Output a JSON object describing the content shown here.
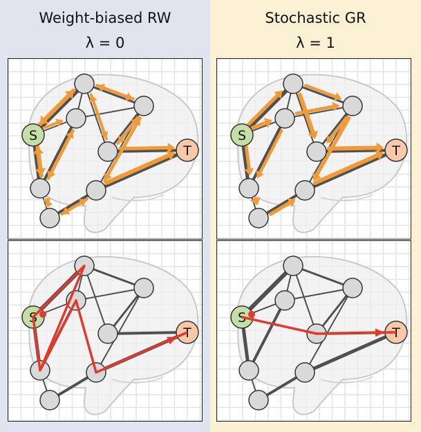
{
  "colors": {
    "left_bg": "#dfe4ee",
    "right_bg": "#faf0d3",
    "edge": "#505050",
    "flow_arrow": "#f09a38",
    "path_arrow": "#e03a2c",
    "node_fill": "#d9d9d9",
    "source_fill": "#c4dfa6",
    "target_fill": "#f8c9a8"
  },
  "columns": [
    {
      "id": "rw",
      "title": "Weight-biased RW",
      "param": "λ = 0"
    },
    {
      "id": "gr",
      "title": "Stochastic GR",
      "param": "λ = 1"
    }
  ],
  "nodes": [
    {
      "id": "S",
      "label": "S",
      "role": "source"
    },
    {
      "id": "T",
      "label": "T",
      "role": "target"
    },
    {
      "id": "A",
      "label": ""
    },
    {
      "id": "B",
      "label": ""
    },
    {
      "id": "C",
      "label": ""
    },
    {
      "id": "D",
      "label": ""
    },
    {
      "id": "E",
      "label": ""
    },
    {
      "id": "F",
      "label": ""
    },
    {
      "id": "G",
      "label": ""
    }
  ],
  "edges": [
    [
      "S",
      "A"
    ],
    [
      "S",
      "B"
    ],
    [
      "S",
      "F"
    ],
    [
      "A",
      "C"
    ],
    [
      "A",
      "B"
    ],
    [
      "A",
      "D"
    ],
    [
      "B",
      "C"
    ],
    [
      "C",
      "D"
    ],
    [
      "B",
      "F"
    ],
    [
      "F",
      "G"
    ],
    [
      "C",
      "E"
    ],
    [
      "D",
      "T"
    ],
    [
      "E",
      "T"
    ],
    [
      "E",
      "G"
    ]
  ],
  "edge_weights": [
    6,
    2,
    5,
    3,
    2,
    2,
    2,
    3,
    4,
    2,
    2,
    4,
    5,
    4
  ],
  "flow_arrows": {
    "rw": [
      {
        "e": 0,
        "dir": 1,
        "s": 1
      },
      {
        "e": 0,
        "dir": -1,
        "s": 1
      },
      {
        "e": 2,
        "dir": 1,
        "s": 1
      },
      {
        "e": 2,
        "dir": -1,
        "s": 1
      },
      {
        "e": 1,
        "dir": 1,
        "s": 0.5
      },
      {
        "e": 3,
        "dir": 1,
        "s": 0.6
      },
      {
        "e": 3,
        "dir": -1,
        "s": 0.6
      },
      {
        "e": 5,
        "dir": 1,
        "s": 0.5
      },
      {
        "e": 5,
        "dir": -1,
        "s": 0.5
      },
      {
        "e": 7,
        "dir": 1,
        "s": 0.5
      },
      {
        "e": 7,
        "dir": -1,
        "s": 0.5
      },
      {
        "e": 8,
        "dir": 1,
        "s": 0.7
      },
      {
        "e": 8,
        "dir": -1,
        "s": 0.6
      },
      {
        "e": 9,
        "dir": 1,
        "s": 0.5
      },
      {
        "e": 9,
        "dir": -1,
        "s": 0.5
      },
      {
        "e": 10,
        "dir": 1,
        "s": 0.6
      },
      {
        "e": 10,
        "dir": -1,
        "s": 0.5
      },
      {
        "e": 11,
        "dir": 1,
        "s": 0.8
      },
      {
        "e": 12,
        "dir": 1,
        "s": 1
      },
      {
        "e": 13,
        "dir": 1,
        "s": 0.6
      },
      {
        "e": 13,
        "dir": -1,
        "s": 0.6
      }
    ],
    "gr": [
      {
        "e": 0,
        "dir": 1,
        "s": 0.8
      },
      {
        "e": 1,
        "dir": 1,
        "s": 0.9
      },
      {
        "e": 2,
        "dir": 1,
        "s": 0.7
      },
      {
        "e": 3,
        "dir": 1,
        "s": 0.6
      },
      {
        "e": 5,
        "dir": 1,
        "s": 1
      },
      {
        "e": 6,
        "dir": 1,
        "s": 0.7
      },
      {
        "e": 7,
        "dir": 1,
        "s": 0.6
      },
      {
        "e": 8,
        "dir": 1,
        "s": 0.6
      },
      {
        "e": 9,
        "dir": 1,
        "s": 1
      },
      {
        "e": 10,
        "dir": 1,
        "s": 0.8
      },
      {
        "e": 11,
        "dir": 1,
        "s": 1
      },
      {
        "e": 12,
        "dir": 1,
        "s": 1
      },
      {
        "e": 13,
        "dir": -1,
        "s": 0.8
      }
    ]
  },
  "paths": {
    "rw": [
      "S",
      "A",
      "F",
      "S",
      "F",
      "B",
      "E",
      "T"
    ],
    "gr": [
      "S",
      "D",
      "T"
    ]
  }
}
